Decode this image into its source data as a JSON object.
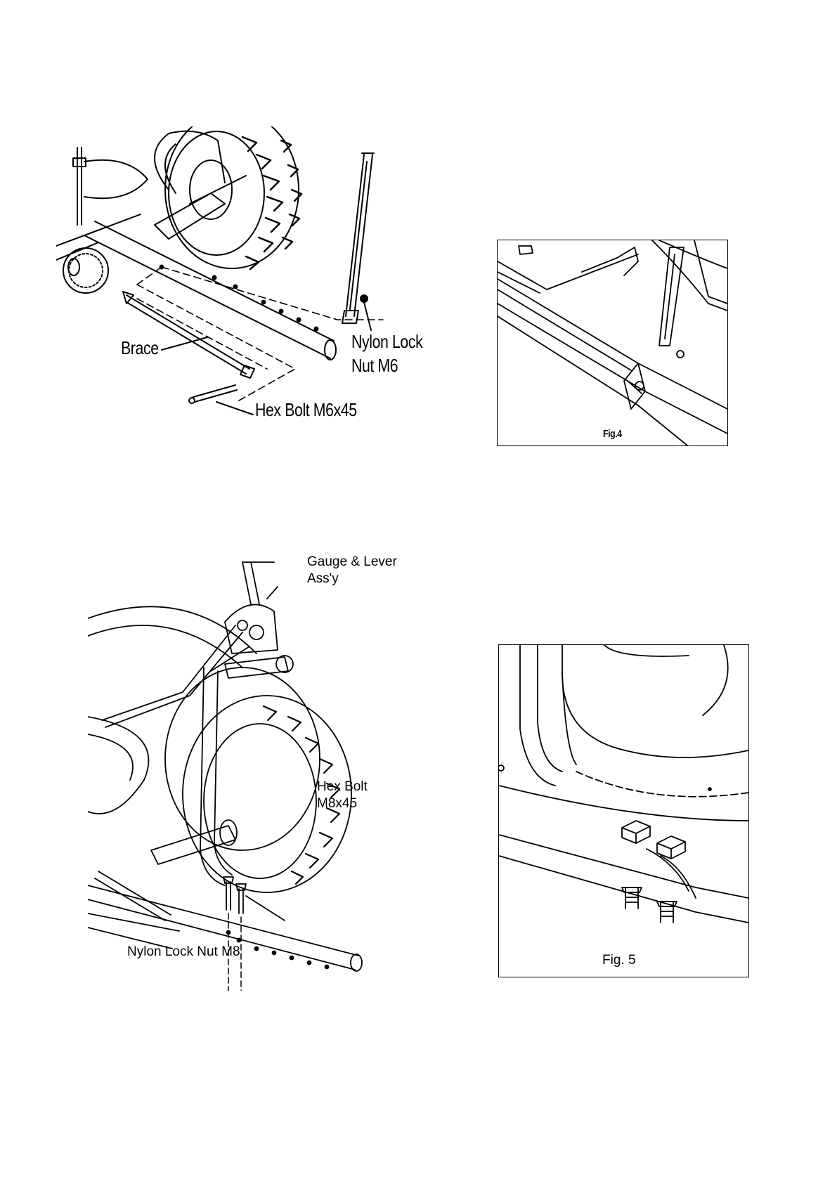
{
  "diagram1": {
    "labels": {
      "brace": "Brace",
      "nylon_lock_nut_m6_line1": "Nylon Lock",
      "nylon_lock_nut_m6_line2": "Nut M6",
      "hex_bolt_m6": "Hex Bolt M6x45"
    }
  },
  "figure4": {
    "caption": "Fig.4"
  },
  "diagram2": {
    "labels": {
      "gauge_lever_line1": "Gauge & Lever",
      "gauge_lever_line2": "Ass'y",
      "hex_bolt_m8_line1": "Hex Bolt",
      "hex_bolt_m8_line2": "M8x45",
      "nylon_lock_nut_m8": "Nylon Lock Nut M8"
    }
  },
  "figure5": {
    "caption": "Fig. 5"
  },
  "colors": {
    "ink": "#000000",
    "paper": "#ffffff"
  }
}
